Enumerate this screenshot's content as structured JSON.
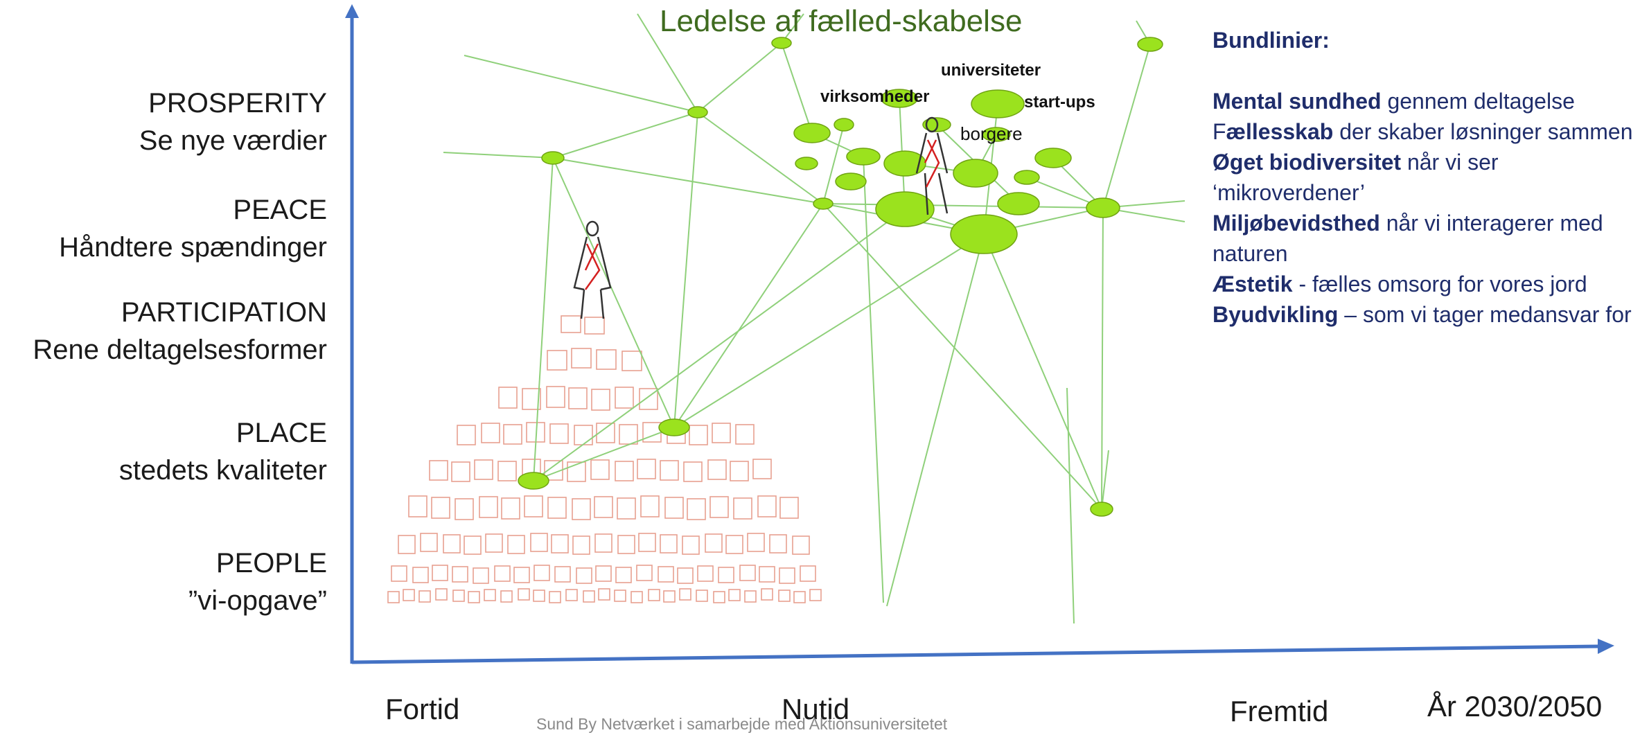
{
  "title": "Ledelse af fælled-skabelse",
  "y_levels": [
    {
      "top": "PROSPERITY",
      "bottom": "Se nye værdier"
    },
    {
      "top": "PEACE",
      "bottom": "Håndtere spændinger"
    },
    {
      "top": "PARTICIPATION",
      "bottom": "Rene deltagelsesformer"
    },
    {
      "top": "PLACE",
      "bottom": "stedets kvaliteter"
    },
    {
      "top": "PEOPLE",
      "bottom": "”vi-opgave”"
    }
  ],
  "x_labels": {
    "past": "Fortid",
    "present": "Nutid",
    "future": "Fremtid",
    "year": "År 2030/2050"
  },
  "node_labels": {
    "companies": "virksomheder",
    "universities": "universiteter",
    "startups": "start-ups",
    "citizens": "borgere"
  },
  "bottom_lines": {
    "heading": "Bundlinier:",
    "items": [
      {
        "bold_prefix": "",
        "bold": "Mental sundhed",
        "rest": " gennem deltagelse"
      },
      {
        "bold_prefix": "F",
        "bold": "ællesskab",
        "rest": " der skaber løsninger sammen"
      },
      {
        "bold_prefix": "",
        "bold": "Øget biodiversitet",
        "rest": " når vi ser ‘mikroverdener’"
      },
      {
        "bold_prefix": "",
        "bold": "Miljøbevidsthed",
        "rest": " når vi interagerer med naturen"
      },
      {
        "bold_prefix": "",
        "bold": "Æstetik",
        "rest": " - fælles omsorg for vores jord"
      },
      {
        "bold_prefix": "",
        "bold": "Byudvikling",
        "rest": " – som vi tager medansvar for"
      }
    ]
  },
  "credit": "Sund By Netværket i samarbejde med Aktionsuniversitetet",
  "colors": {
    "axis": "#4472c4",
    "network_line": "#8fd07a",
    "node_fill": "#9be21e",
    "pyramid": "#e8a090",
    "text_blue": "#1f2d6b",
    "title_green": "#3f6b1f"
  }
}
